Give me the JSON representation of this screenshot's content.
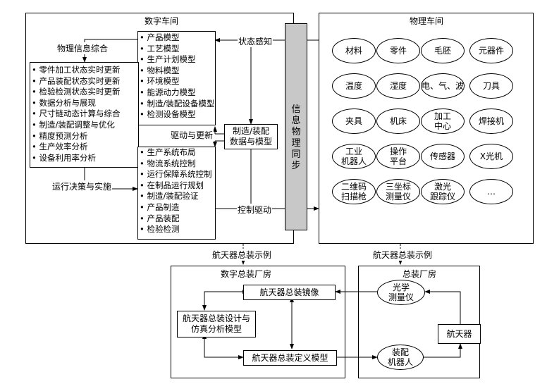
{
  "digital_workshop": {
    "title": "数字车间",
    "models_list": [
      "产品模型",
      "工艺模型",
      "生产计划模型",
      "物料模型",
      "环境模型",
      "能源动力模型",
      "制造/装配设备模型",
      "检测设备模型"
    ],
    "analysis_list": [
      "零件加工状态实时更新",
      "产品装配状态实时更新",
      "检验检测状态实时更新",
      "数据分析与展现",
      "尺寸链动态计算与综合",
      "制造/装配调整与优化",
      "精度预测分析",
      "生产效率分析",
      "设备利用率分析"
    ],
    "ops_list": [
      "生产系统布局",
      "物流系统控制",
      "运行保障系统控制",
      "在制品运行规划",
      "制造/装配验证",
      "产品制造",
      "产品装配",
      "检验检测"
    ],
    "center_node": "制造/装配\n数据与模型",
    "labels": {
      "phys_info": "物理信息综合",
      "drive_update": "驱动与更新",
      "decision": "运行决策与实施",
      "state_sense": "状态感知",
      "control_drive": "控制驱动"
    }
  },
  "sync_bar": {
    "label": "信息物理同步"
  },
  "physical_workshop": {
    "title": "物理车间",
    "items": [
      "材料",
      "零件",
      "毛胚",
      "元器件",
      "温度",
      "湿度",
      "电、气、波",
      "刀具",
      "夹具",
      "机床",
      "加工\n中心",
      "焊接机",
      "工业\n机器人",
      "操作\n平台",
      "传感器",
      "X光机",
      "二维码\n扫描枪",
      "三坐标\n测量仪",
      "激光\n跟踪仪",
      "…"
    ]
  },
  "example_labels": [
    "航天器总装示例",
    "航天器总装示例"
  ],
  "digital_assembly": {
    "title": "数字总装厂房",
    "mirror": "航天器总装镜像",
    "design": "航天器总装设计与\n仿真分析模型",
    "definition": "航天器总装定义模型"
  },
  "assembly_plant": {
    "title": "总装厂房",
    "optical": "光学\n测量仪",
    "robot": "装配\n机器人",
    "spacecraft": "航天器"
  }
}
